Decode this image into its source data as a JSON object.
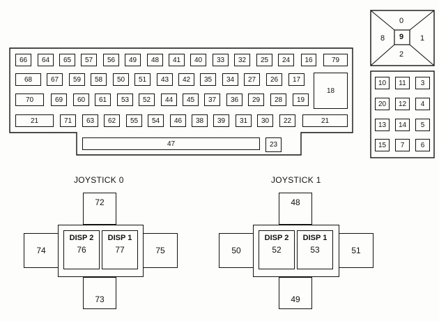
{
  "keyboard": {
    "row1": [
      "66",
      "64",
      "65",
      "57",
      "56",
      "49",
      "48",
      "41",
      "40",
      "33",
      "32",
      "25",
      "24",
      "16",
      "79"
    ],
    "row2": [
      "68",
      "67",
      "59",
      "58",
      "50",
      "51",
      "43",
      "42",
      "35",
      "34",
      "27",
      "26",
      "17"
    ],
    "enter": "18",
    "row3": [
      "70",
      "69",
      "60",
      "61",
      "53",
      "52",
      "44",
      "45",
      "37",
      "36",
      "29",
      "28",
      "19"
    ],
    "row4": [
      "21",
      "71",
      "63",
      "62",
      "55",
      "54",
      "46",
      "38",
      "39",
      "31",
      "30",
      "22",
      "21"
    ],
    "space": "47",
    "extra": "23"
  },
  "direction_pad": {
    "top": "0",
    "left": "8",
    "center": "9",
    "right": "1",
    "bottom": "2"
  },
  "keypad": {
    "keys": [
      "10",
      "11",
      "3",
      "20",
      "12",
      "4",
      "13",
      "14",
      "5",
      "15",
      "7",
      "6"
    ]
  },
  "joystick0": {
    "title": "JOYSTICK 0",
    "up": "72",
    "left": "74",
    "right": "75",
    "down": "73",
    "disp2_label": "DISP 2",
    "disp2_value": "76",
    "disp1_label": "DISP 1",
    "disp1_value": "77"
  },
  "joystick1": {
    "title": "JOYSTICK 1",
    "up": "48",
    "left": "50",
    "right": "51",
    "down": "49",
    "disp2_label": "DISP 2",
    "disp2_value": "52",
    "disp1_label": "DISP 1",
    "disp1_value": "53"
  }
}
